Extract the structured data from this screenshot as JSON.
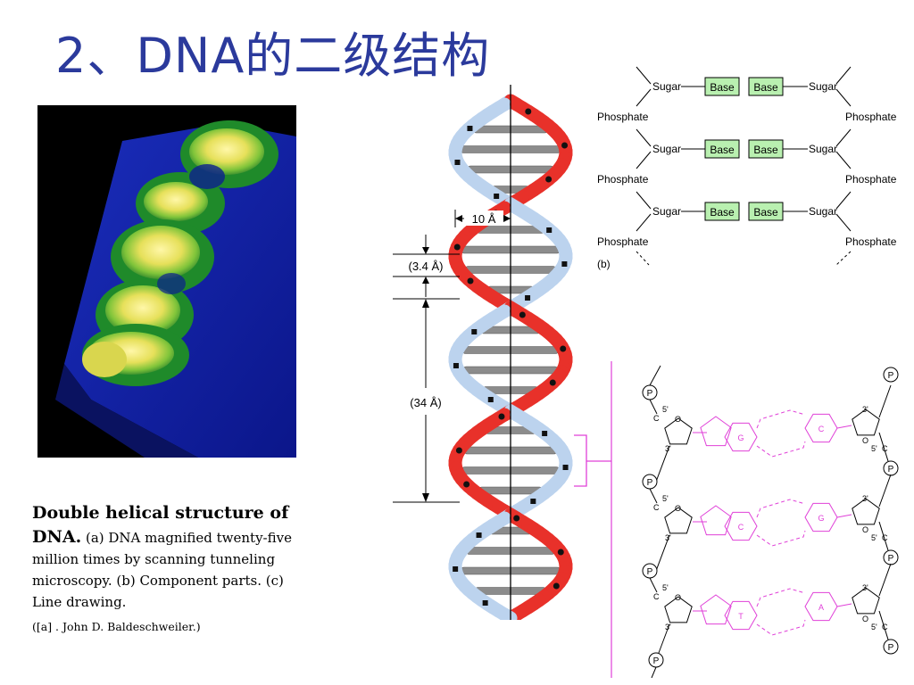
{
  "slide": {
    "title": "2、DNA的二级结构"
  },
  "caption": {
    "heading": "Double helical structure of",
    "dna_word": "DNA.",
    "line1_rest": "(a) DNA magnified twenty-five",
    "line2": "million times by scanning tunneling",
    "line3": "microscopy.  (b) Component parts. (c)",
    "line4": "Line drawing.",
    "credit": "([a] . John D. Baldeschweiler.)"
  },
  "helix": {
    "width_label": "10 Å",
    "rise_label": "(3.4 Å)",
    "pitch_label": "(34 Å)"
  },
  "components": {
    "sugar": "Sugar",
    "base": "Base",
    "phosphate": "Phosphate",
    "panel_label": "(b)"
  },
  "line_drawing": {
    "p": "P",
    "five_prime": "5'",
    "three_prime": "3'",
    "c_atom": "C",
    "o_atom": "O",
    "pairs": [
      {
        "left": "G",
        "right": "C"
      },
      {
        "left": "C",
        "right": "G"
      },
      {
        "left": "T",
        "right": "A"
      }
    ]
  },
  "colors": {
    "title": "#2b3a9c",
    "strand_red": "#e8312a",
    "strand_blue": "#bcd3ee",
    "base_gray": "#8c8c8c",
    "base_box": "#b9f0b0",
    "pair_magenta": "#e040d8"
  }
}
